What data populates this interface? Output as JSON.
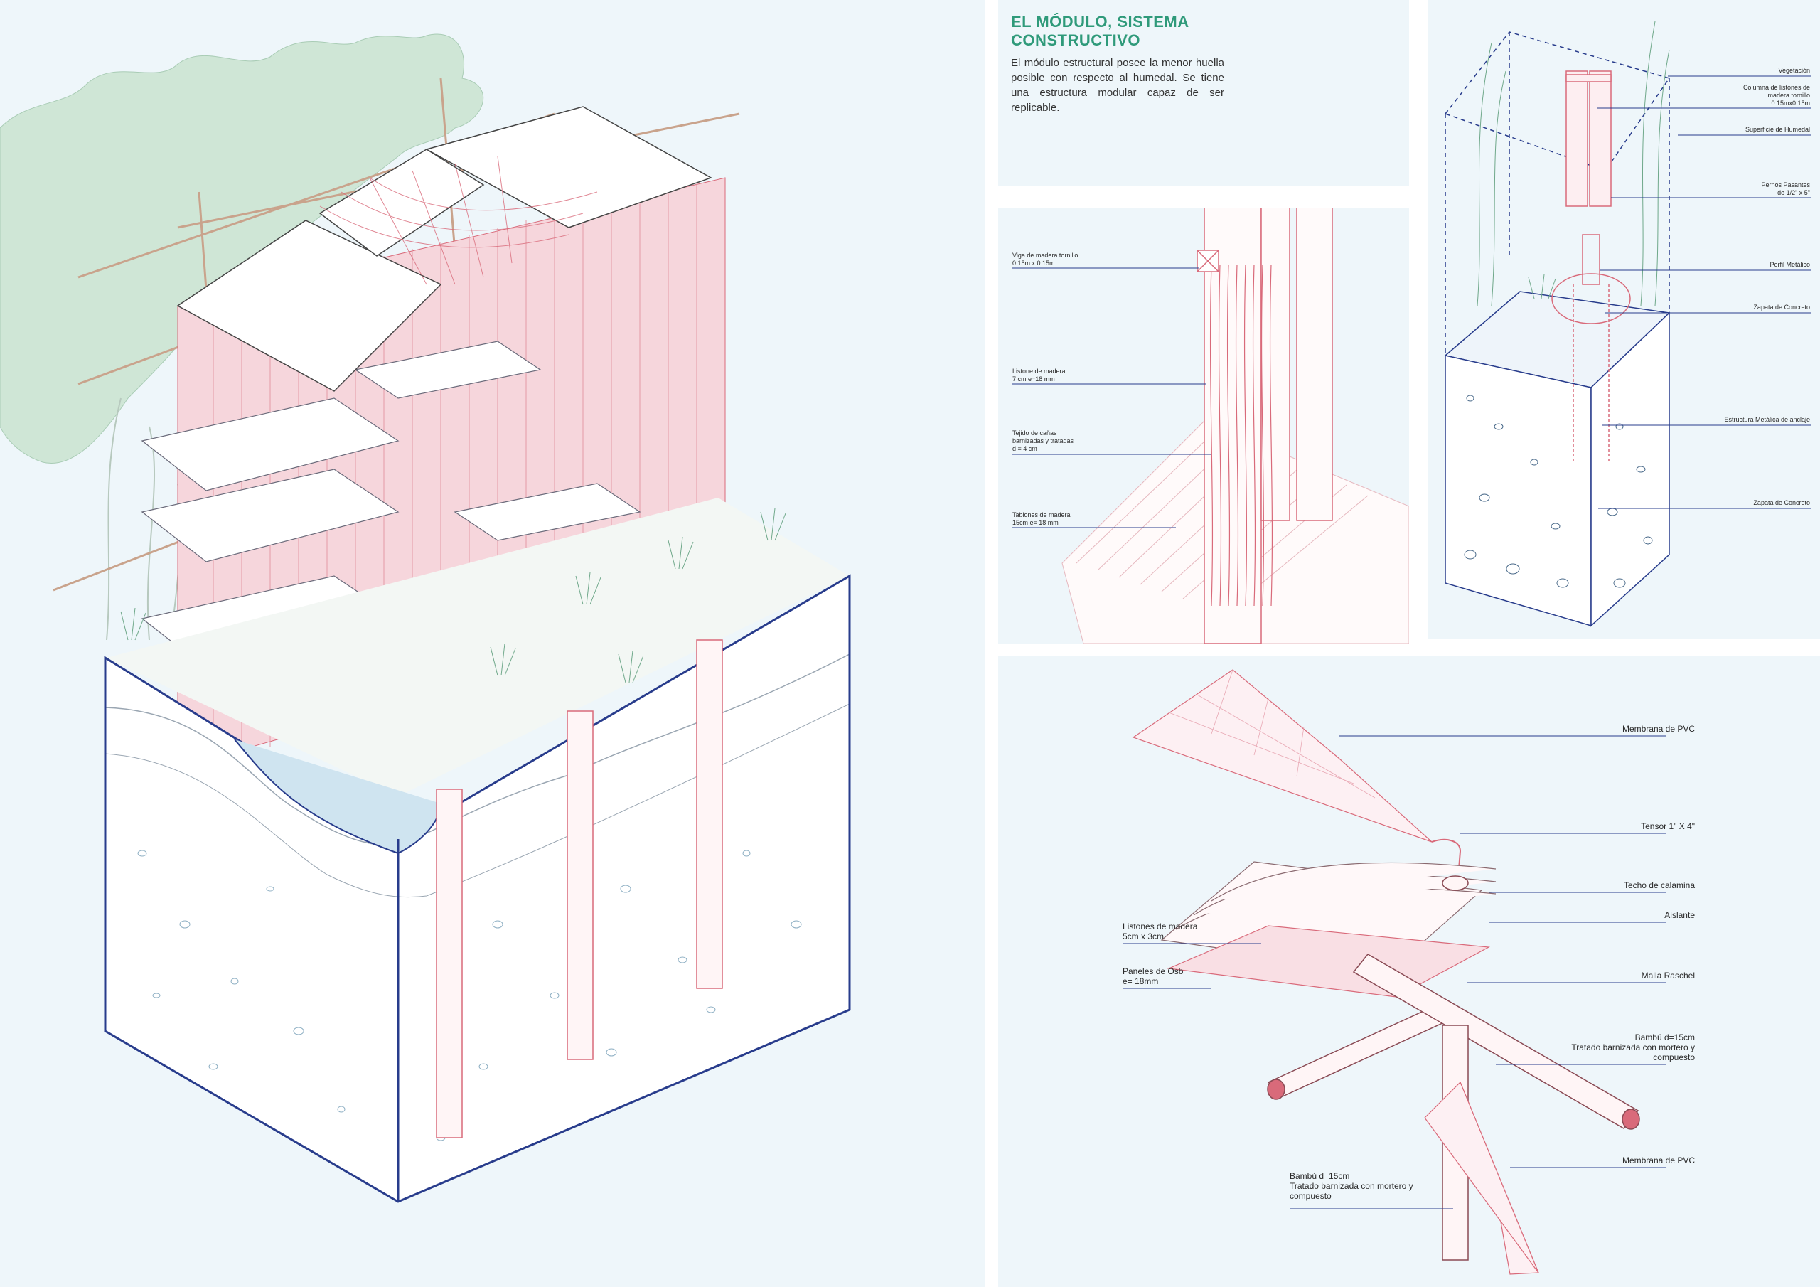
{
  "title": {
    "line1": "EL MÓDULO, SISTEMA",
    "line2": "CONSTRUCTIVO"
  },
  "description": "El módulo estructural posee la menor huella posible con respecto al humedal. Se tiene una estructura modular capaz de ser replicable.",
  "wall_detail": {
    "labels": [
      "Viga de madera tornillo\n0.15m x 0.15m",
      "Listone de madera\n7 cm e=18 mm",
      "Tejido de cañas\nbarnizadas y tratadas\nd = 4 cm",
      "Tablones de madera\n15cm e= 18 mm"
    ]
  },
  "foundation_detail": {
    "labels": [
      "Vegetación",
      "Columna de listones de\nmadera tornillo\n0.15mx0.15m",
      "Superficie de Humedal",
      "Pernos Pasantes\nde 1/2\" x 5\"",
      "Perfil Metálico",
      "Zapata de Concreto",
      "Estructura Metálica de anclaje",
      "Zapata de Concreto"
    ]
  },
  "roof_detail": {
    "labels_right": [
      "Membrana de PVC",
      "Tensor 1\" X 4\"",
      "Techo de calamina",
      "Aislante",
      "Malla Raschel",
      "Bambú d=15cm\nTratado barnizada con mortero y\ncompuesto",
      "Membrana de PVC"
    ],
    "labels_left": [
      "Listones de madera\n5cm x 3cm",
      "Paneles de Osb\ne= 18mm",
      "Bambú d=15cm\nTratado barnizada con mortero y\ncompuesto"
    ]
  },
  "colors": {
    "panel_bg": "#eef6fa",
    "title_green": "#2f9a7a",
    "structure_pink": "#d96a7a",
    "outline_navy": "#283c8c",
    "tree_green": "#cfe6d6",
    "water_blue": "#cfe4f0",
    "soil_gray": "#9aa6b2"
  }
}
